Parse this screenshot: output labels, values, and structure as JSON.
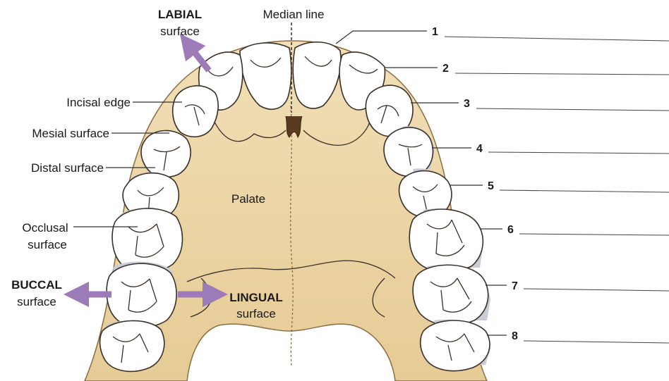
{
  "labels": {
    "median_line": "Median line",
    "labial_bold": "LABIAL",
    "labial_sub": "surface",
    "incisal_edge": "Incisal edge",
    "mesial_surface": "Mesial surface",
    "distal_surface": "Distal surface",
    "occlusal_line1": "Occlusal",
    "occlusal_line2": "surface",
    "buccal_bold": "BUCCAL",
    "buccal_sub": "surface",
    "palate": "Palate",
    "lingual_bold": "LINGUAL",
    "lingual_sub": "surface"
  },
  "numbers": [
    "1",
    "2",
    "3",
    "4",
    "5",
    "6",
    "7",
    "8"
  ],
  "colors": {
    "palate": "#eed9ad",
    "palate_shadow": "#d9bd86",
    "arrow": "#9c7bb8",
    "tooth_shade": "#c8ccd6"
  }
}
